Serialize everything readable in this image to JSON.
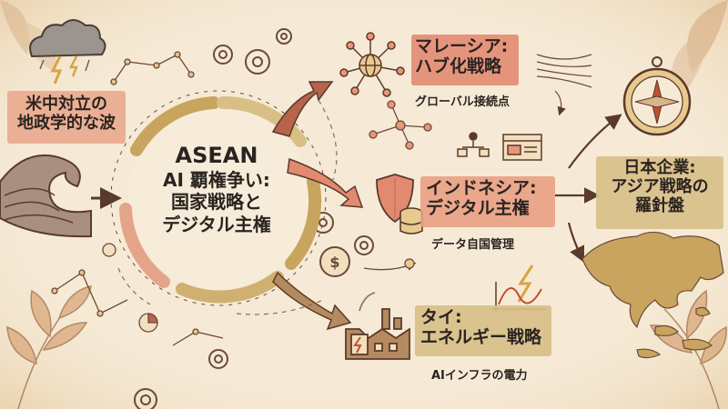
{
  "center": {
    "line1": "ASEAN",
    "line2": "AI 覇権争い:",
    "line3": "国家戦略と",
    "line4": "デジタル主権"
  },
  "left_label": {
    "line1": "米中対立の",
    "line2": "地政学的な波"
  },
  "malaysia": {
    "title1": "マレーシア:",
    "title2": "ハブ化戦略",
    "subtitle": "グローバル接続点"
  },
  "indonesia": {
    "title1": "インドネシア:",
    "title2": "デジタル主権",
    "subtitle": "データ自国管理"
  },
  "thailand": {
    "title1": "タイ:",
    "title2": "エネルギー戦略",
    "subtitle": "AIインフラの電力"
  },
  "japan": {
    "title1": "日本企業:",
    "title2": "アジア戦略の",
    "title3": "羅針盤"
  },
  "colors": {
    "background": "#f6ead6",
    "brown": "#5a3a2b",
    "salmon": "#e89578",
    "gold": "#c8a45e",
    "rust": "#b8644c",
    "khaki": "#d7bf86"
  },
  "icons": [
    "storm-cloud-icon",
    "wave-icon",
    "network-globe-icon",
    "shield-icon",
    "database-icon",
    "factory-icon",
    "compass-icon",
    "asia-map-icon",
    "gear-icon",
    "lightning-icon",
    "dollar-gear-icon",
    "flowchart-icon",
    "browser-window-icon"
  ]
}
